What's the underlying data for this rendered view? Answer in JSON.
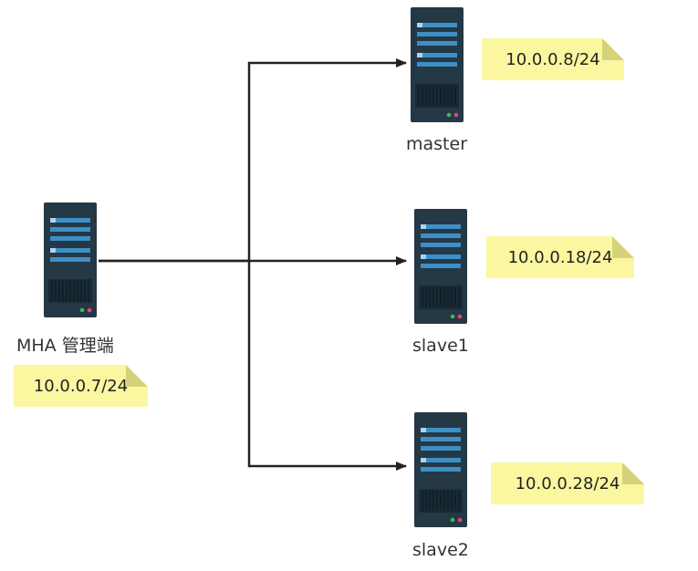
{
  "colors": {
    "server_body": "#243846",
    "server_panel": "#3d8fc6",
    "server_led_green": "#43b84a",
    "server_led_red": "#e8417a",
    "note_fill": "#fbf7a0",
    "note_fold": "#d6d27a",
    "connector": "#222222"
  },
  "nodes": {
    "manager": {
      "label": "MHA 管理端",
      "ip": "10.0.0.7/24",
      "icon": "server-icon"
    },
    "master": {
      "label": "master",
      "ip": "10.0.0.8/24",
      "icon": "server-icon"
    },
    "slave1": {
      "label": "slave1",
      "ip": "10.0.0.18/24",
      "icon": "server-icon"
    },
    "slave2": {
      "label": "slave2",
      "ip": "10.0.0.28/24",
      "icon": "server-icon"
    }
  },
  "edges": [
    {
      "from": "manager",
      "to": "master"
    },
    {
      "from": "manager",
      "to": "slave1"
    },
    {
      "from": "manager",
      "to": "slave2"
    }
  ]
}
